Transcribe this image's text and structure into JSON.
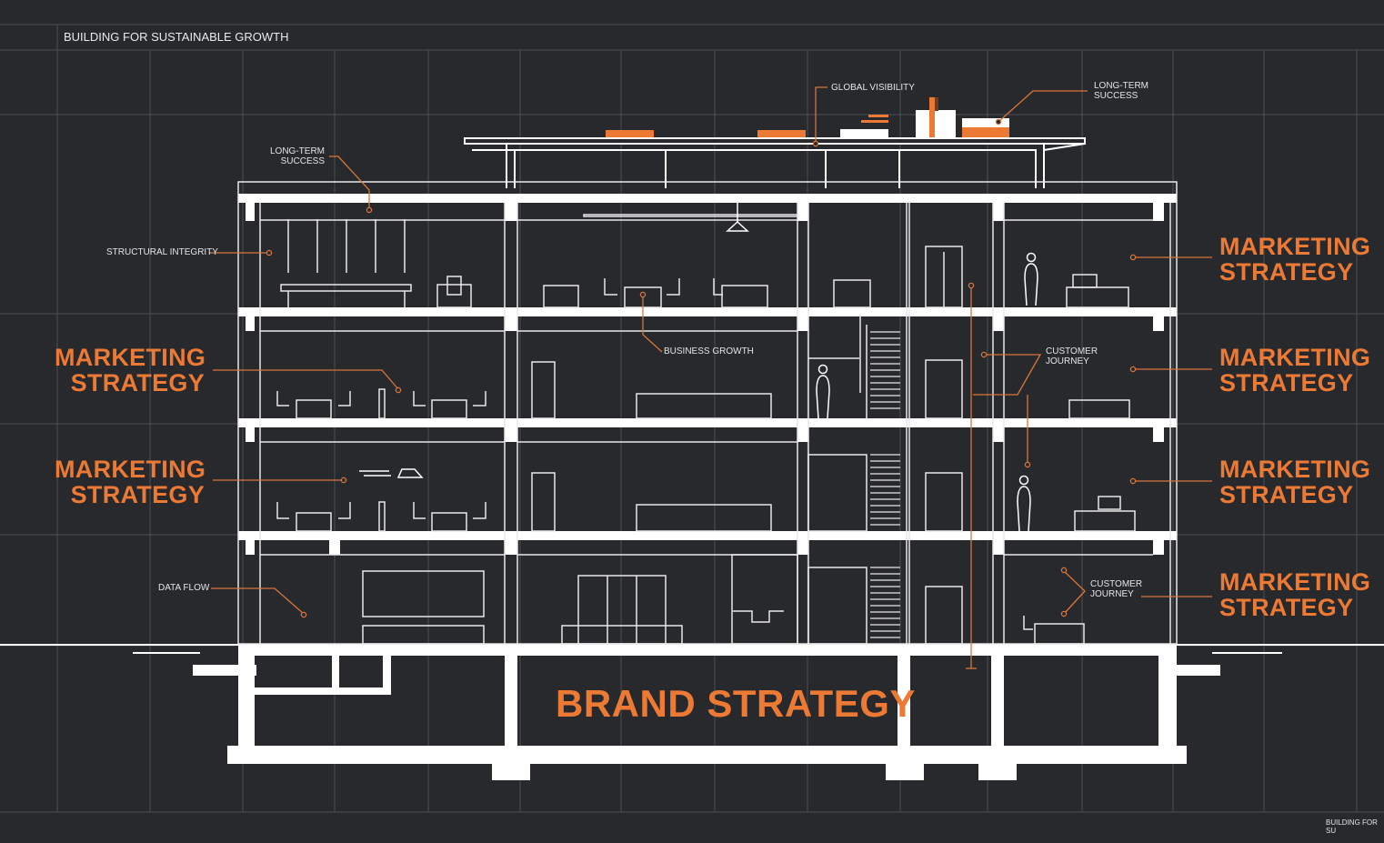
{
  "header": {
    "title": "BUILDING FOR SUSTAINABLE GROWTH",
    "footer_title": "BUILDING FOR SU"
  },
  "colors": {
    "background": "#27292c",
    "grid": "#5a5c60",
    "structure": "#ffffff",
    "accent": "#ec7a34",
    "label": "#e8e8e8"
  },
  "diagram": {
    "subject": "Building cross-section (architectural section)",
    "floors": 5,
    "callouts": {
      "global_visibility": "GLOBAL VISIBILITY",
      "long_term_success_roof": [
        "LONG-TERM",
        "SUCCESS"
      ],
      "long_term_success_left": [
        "LONG-TERM",
        "SUCCESS"
      ],
      "structural_integrity": "STRUCTURAL INTEGRITY",
      "business_growth": "BUSINESS GROWTH",
      "customer_journey_upper": [
        "CUSTOMER",
        "JOURNEY"
      ],
      "customer_journey_lower": [
        "CUSTOMER",
        "JOURNEY"
      ],
      "data_flow": "DATA FLOW"
    },
    "left_headlines": [
      {
        "line1": "MARKETING",
        "line2": "STRATEGY"
      },
      {
        "line1": "MARKETING",
        "line2": "STRATEGY"
      }
    ],
    "right_headlines": [
      {
        "line1": "MARKETING",
        "line2": "STRATEGY"
      },
      {
        "line1": "MARKETING",
        "line2": "STRATEGY"
      },
      {
        "line1": "MARKETING",
        "line2": "STRATEGY"
      },
      {
        "line1": "MARKETING",
        "line2": "STRATEGY"
      }
    ],
    "foundation_label": "BRAND STRATEGY"
  }
}
